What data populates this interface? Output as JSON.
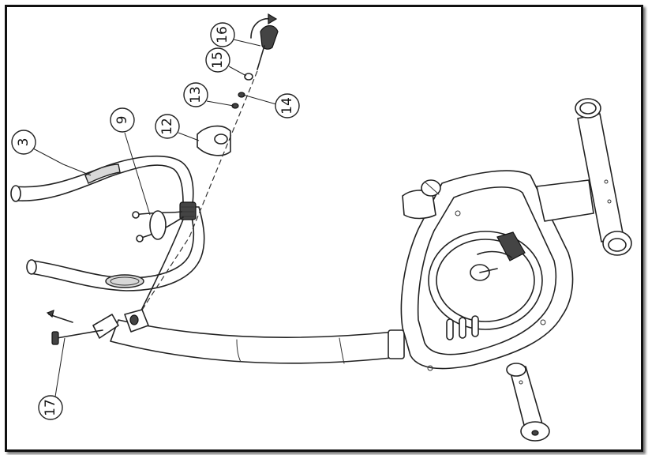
{
  "callouts": [
    {
      "id": "c3",
      "label": "3"
    },
    {
      "id": "c9",
      "label": "9"
    },
    {
      "id": "c12",
      "label": "12"
    },
    {
      "id": "c13",
      "label": "13"
    },
    {
      "id": "c14",
      "label": "14"
    },
    {
      "id": "c15",
      "label": "15"
    },
    {
      "id": "c16",
      "label": "16"
    },
    {
      "id": "c17",
      "label": "17"
    }
  ],
  "colors": {
    "line": "#222222",
    "frame": "#111111",
    "background": "#ffffff"
  }
}
